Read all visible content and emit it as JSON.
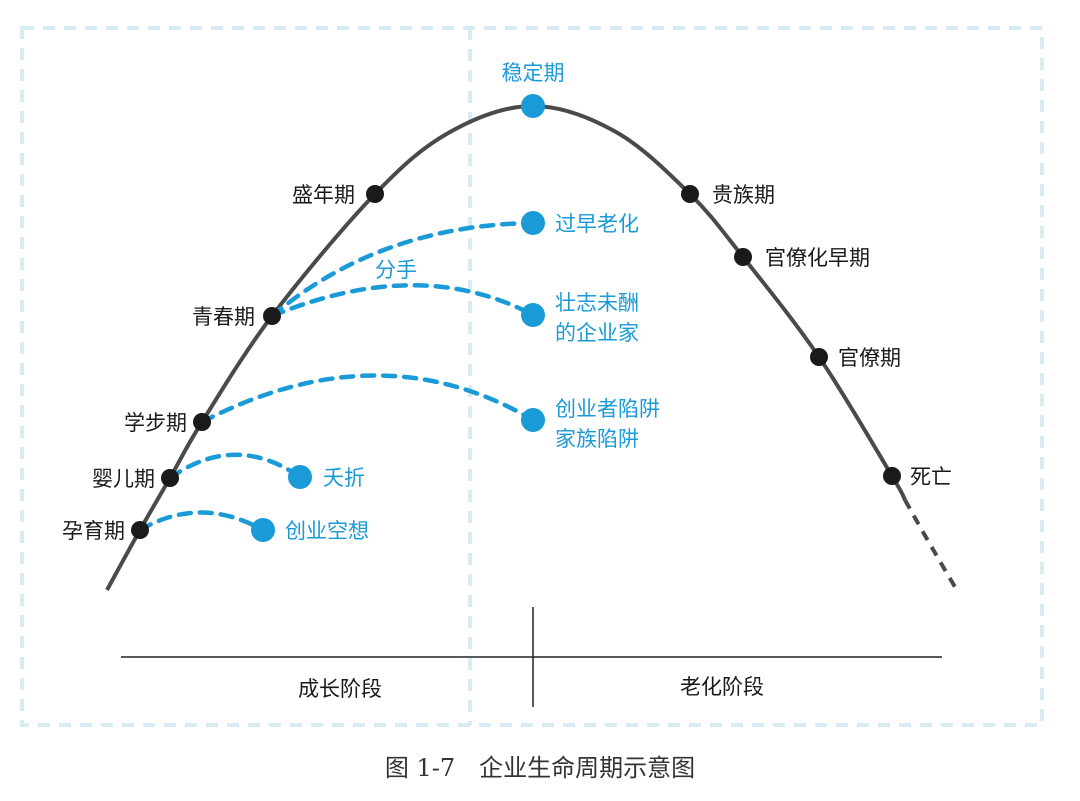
{
  "colors": {
    "accent": "#1a9ad6",
    "curve": "#4a4a4a",
    "frame": "#d8ebf3"
  },
  "stages": {
    "peak": "稳定期",
    "growth": [
      "孕育期",
      "婴儿期",
      "学步期",
      "青春期",
      "盛年期"
    ],
    "aging": [
      "贵族期",
      "官僚化早期",
      "官僚期",
      "死亡"
    ]
  },
  "traps": {
    "infancy_dream": "创业空想",
    "infant_death": "夭折",
    "founder_trap_1": "创业者陷阱",
    "founder_trap_2": "家族陷阱",
    "unfulfilled_1": "壮志未酬",
    "unfulfilled_2": "的企业家",
    "premature_aging": "过早老化",
    "divorce": "分手"
  },
  "axis": {
    "growth_phase": "成长阶段",
    "aging_phase": "老化阶段"
  },
  "caption": "图 1-7　企业生命周期示意图"
}
